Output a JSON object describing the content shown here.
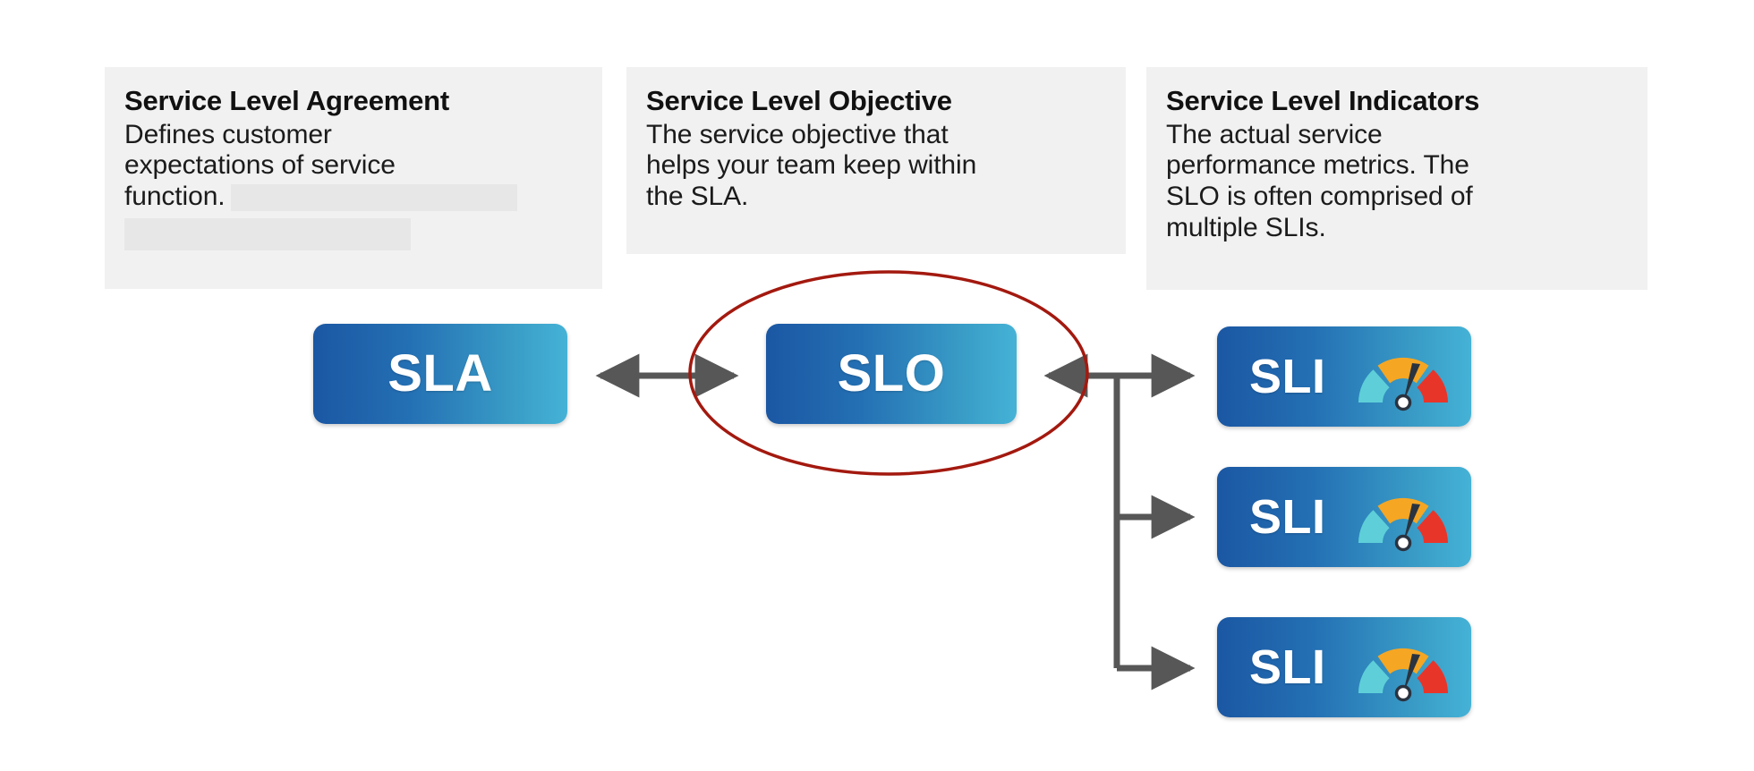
{
  "page": {
    "background_color": "#ffffff",
    "title": "SLA / SLO / SLI relationship diagram"
  },
  "cards": [
    {
      "key": "sla",
      "title": "Service Level Agreement",
      "body": "Defines customer expectations of service function.",
      "body_line1": "Defines customer",
      "body_line2": "expectations of service",
      "body_line3": "function.",
      "has_redactions": true,
      "background_color": "#f1f1f1",
      "redaction_color": "#e7e7e7"
    },
    {
      "key": "slo",
      "title": "Service Level Objective",
      "body": "The service objective that helps your team keep within the SLA.",
      "body_line1": "The service objective that",
      "body_line2": "helps your team keep within",
      "body_line3": "the SLA.",
      "has_redactions": false,
      "background_color": "#f1f1f1",
      "redaction_color": "#e7e7e7"
    },
    {
      "key": "sli",
      "title": "Service Level Indicators",
      "body": "The actual service performance metrics. The SLO is often comprised of multiple SLIs.",
      "body_line1": "The actual service",
      "body_line2": "performance metrics. The",
      "body_line3": "SLO is often comprised of",
      "body_line4": "multiple SLIs.",
      "has_redactions": false,
      "background_color": "#f1f1f1",
      "redaction_color": "#e7e7e7"
    }
  ],
  "nodes": {
    "sla": {
      "label": "SLA",
      "gradient_from": "#1b57a3",
      "gradient_to": "#45b2d6"
    },
    "slo": {
      "label": "SLO",
      "gradient_from": "#1b57a3",
      "gradient_to": "#45b2d6",
      "highlighted": true
    },
    "sli": [
      {
        "label": "SLI",
        "icon": "gauge-icon"
      },
      {
        "label": "SLI",
        "icon": "gauge-icon"
      },
      {
        "label": "SLI",
        "icon": "gauge-icon"
      }
    ]
  },
  "highlight": {
    "shape": "ellipse",
    "target": "SLO",
    "stroke_color": "#a3190f",
    "stroke_width": 3
  },
  "connectors": {
    "color": "#575757",
    "stroke_width": 7,
    "items": [
      {
        "from": "SLA",
        "to": "SLO",
        "style": "double-headed-arrow"
      },
      {
        "from": "SLO",
        "to": "SLI",
        "style": "arrow",
        "index": 1
      },
      {
        "from": "SLO",
        "to": "SLI",
        "style": "arrow",
        "index": 2
      },
      {
        "from": "SLO",
        "to": "SLI",
        "style": "arrow",
        "index": 3
      }
    ]
  },
  "gauge": {
    "segments": [
      {
        "name": "low",
        "color": "#5ecfd8"
      },
      {
        "name": "medium",
        "color": "#f5a623"
      },
      {
        "name": "high",
        "color": "#e8352a"
      }
    ],
    "needle_color": "#2a3340",
    "needle_points_to": "medium-high"
  }
}
